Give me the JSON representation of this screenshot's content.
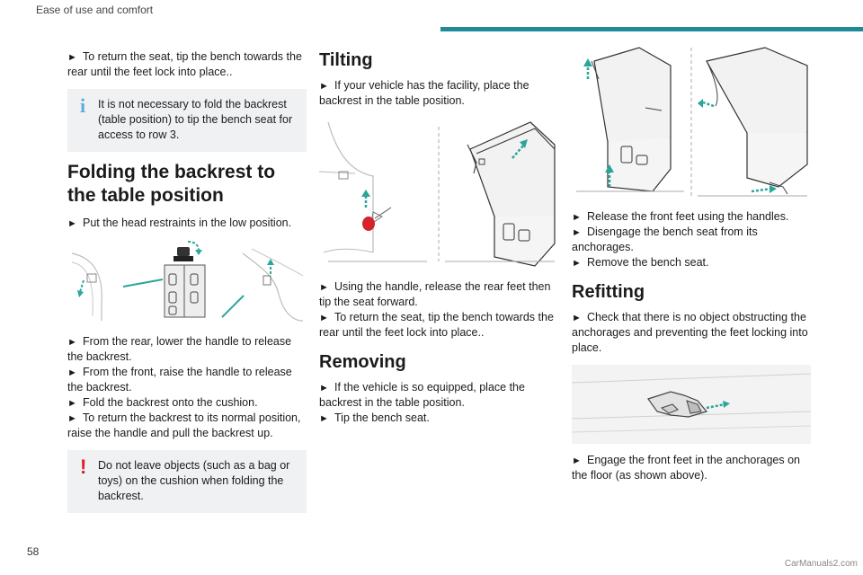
{
  "header": {
    "section_title": "Ease of use and comfort",
    "page_number": "58",
    "watermark": "CarManuals2.com"
  },
  "colors": {
    "accent": "#1f8a99",
    "arrow_green": "#2aa59a",
    "warning_red": "#e01b24",
    "info_blue": "#5aaedc",
    "note_bg": "#eff1f2"
  },
  "col1": {
    "p1": "To return the seat, tip the bench towards the rear until the feet lock into place..",
    "note1": "It is not necessary to fold the backrest (table position) to tip the bench seat for access to row 3.",
    "heading1": "Folding the backrest to the table position",
    "p2": "Put the head restraints in the low position.",
    "s1": "From the rear, lower the handle to release the backrest.",
    "s2": "From the front, raise the handle to release the backrest.",
    "s3": "Fold the backrest onto the cushion.",
    "s4": "To return the backrest to its normal position, raise the handle and pull the backrest up.",
    "warning": "Do not leave objects (such as a bag or toys) on the cushion when folding the backrest."
  },
  "col2": {
    "heading_tilting": "Tilting",
    "t1": "If your vehicle has the facility, place the backrest in the table position.",
    "t2": "Using the handle, release the rear feet then tip the seat forward.",
    "t3": "To return the seat, tip the bench towards the rear until the feet lock into place..",
    "heading_removing": "Removing",
    "r1": "If the vehicle is so equipped, place the backrest in the table position.",
    "r2": "Tip the bench seat."
  },
  "col3": {
    "a1": "Release the front feet using the handles.",
    "a2": "Disengage the bench seat from its anchorages.",
    "a3": "Remove the bench seat.",
    "heading_refitting": "Refitting",
    "f1": "Check that there is no object obstructing the anchorages and preventing the feet locking into place.",
    "f2": "Engage the front feet in the anchorages on the floor (as shown above)."
  },
  "illustrations": [
    "head-restraint-handle-diagram",
    "rear-feet-release-diagram",
    "front-feet-release-diagram",
    "floor-anchorage-diagram"
  ]
}
